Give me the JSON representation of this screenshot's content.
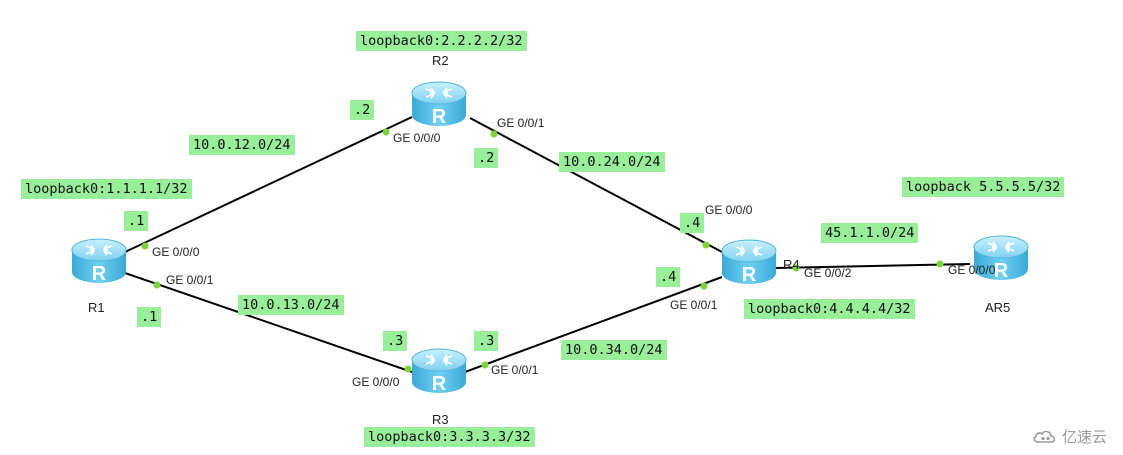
{
  "colors": {
    "label_bg": "#99ee99",
    "link": "#000000",
    "port_dot": "#7fd23a",
    "router_body": "#59c3e6"
  },
  "routers": [
    {
      "id": "R1",
      "name": "R1",
      "icon": "router-icon",
      "router_letter": "R"
    },
    {
      "id": "R2",
      "name": "R2",
      "icon": "router-icon",
      "router_letter": "R"
    },
    {
      "id": "R3",
      "name": "R3",
      "icon": "router-icon",
      "router_letter": "R"
    },
    {
      "id": "R4",
      "name": "R4",
      "icon": "router-icon",
      "router_letter": "R"
    },
    {
      "id": "AR5",
      "name": "AR5",
      "icon": "router-icon",
      "router_letter": "R"
    }
  ],
  "loopbacks": {
    "r1": "loopback0:1.1.1.1/32",
    "r2": "loopback0:2.2.2.2/32",
    "r3": "loopback0:3.3.3.3/32",
    "r4": "loopback0:4.4.4.4/32",
    "ar5": "loopback 5.5.5.5/32"
  },
  "subnets": {
    "r1_r2": "10.0.12.0/24",
    "r1_r3": "10.0.13.0/24",
    "r2_r4": "10.0.24.0/24",
    "r3_r4": "10.0.34.0/24",
    "r4_ar5": "45.1.1.0/24"
  },
  "host_ids": {
    "r1_to_r2": ".1",
    "r1_to_r3": ".1",
    "r2_to_r1": ".2",
    "r2_to_r4": ".2",
    "r3_to_r1": ".3",
    "r3_to_r4": ".3",
    "r4_to_r2": ".4",
    "r4_to_r3": ".4"
  },
  "ports": {
    "r1_to_r2": "GE 0/0/0",
    "r1_to_r3": "GE 0/0/1",
    "r2_to_r1": "GE 0/0/0",
    "r2_to_r4": "GE 0/0/1",
    "r3_to_r1": "GE 0/0/0",
    "r3_to_r4": "GE 0/0/1",
    "r4_to_r2": "GE 0/0/0",
    "r4_to_r3": "GE 0/0/1",
    "r4_to_ar5": "GE 0/0/2",
    "ar5_to_r4": "GE 0/0/0"
  },
  "watermark": {
    "text": "亿速云",
    "icon": "cloud-logo-icon"
  }
}
